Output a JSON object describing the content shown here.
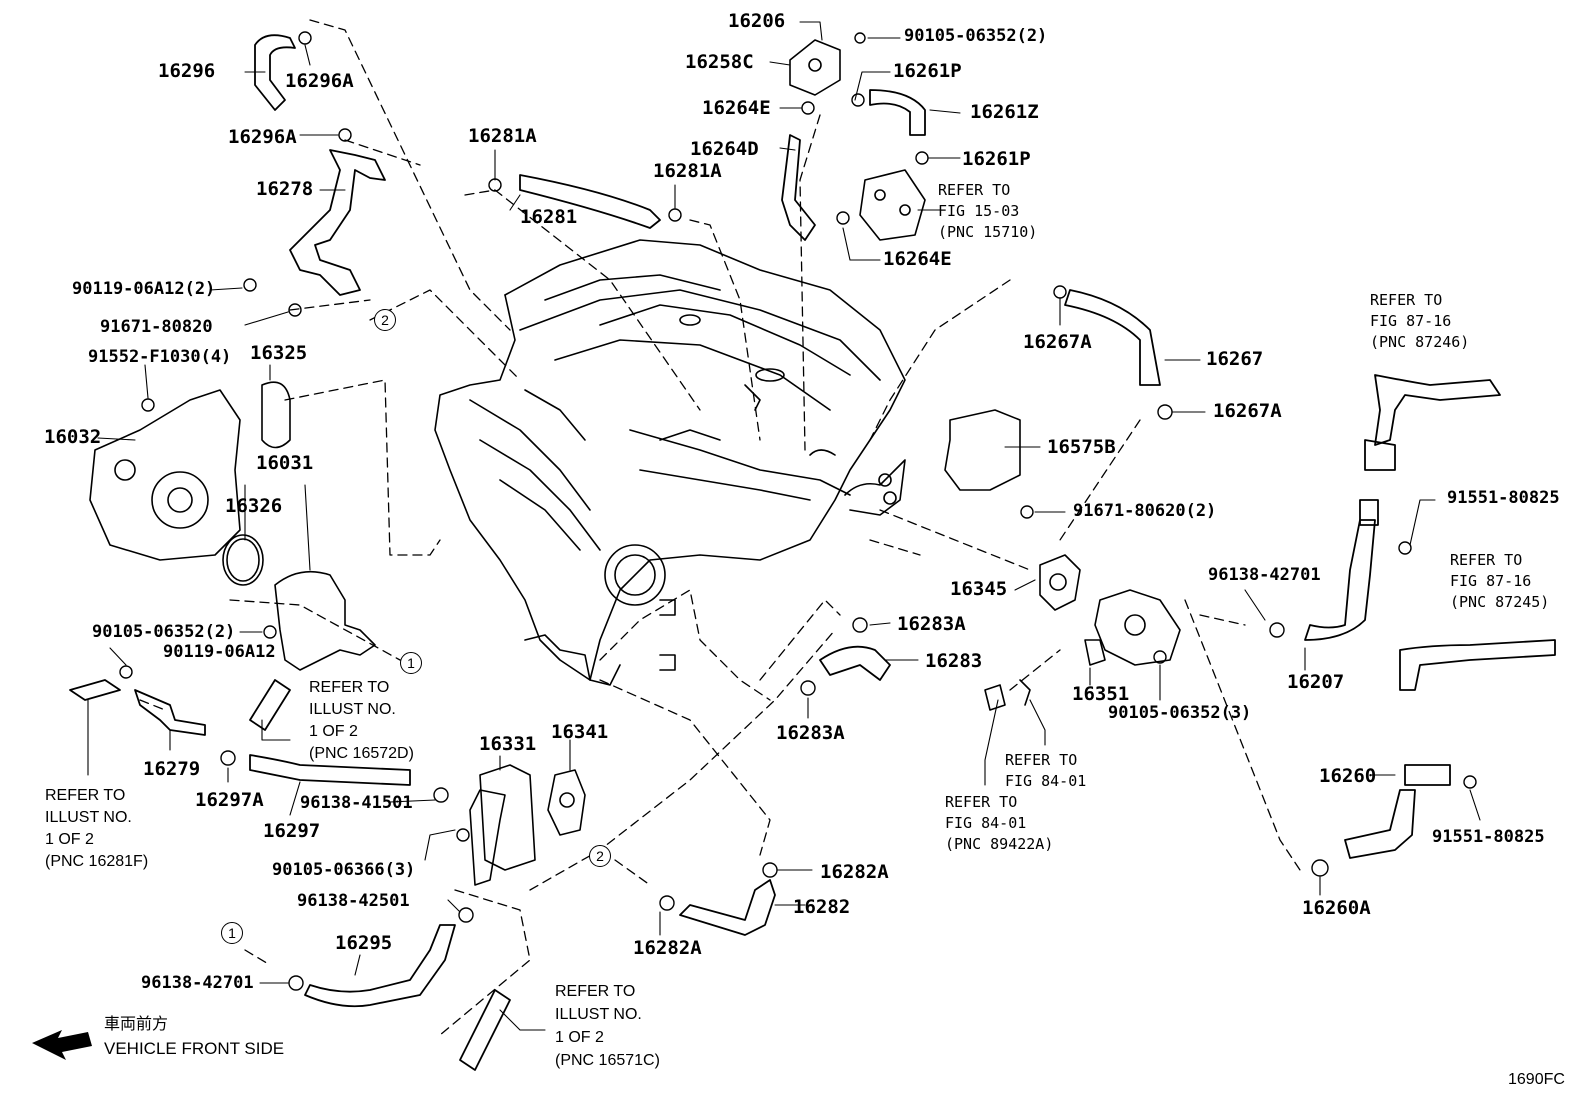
{
  "diagram_code": "1690FC",
  "direction": {
    "jp": "車両前方",
    "en": "VEHICLE FRONT SIDE"
  },
  "callouts": {
    "one": "1",
    "two": "2"
  },
  "parts": {
    "p16206": "16206",
    "p90105_06352_2": "90105-06352(2)",
    "p16258C": "16258C",
    "p16261P_a": "16261P",
    "p16264E_a": "16264E",
    "p16261Z": "16261Z",
    "p16264D": "16264D",
    "p16261P_b": "16261P",
    "p16264E_b": "16264E",
    "p16296": "16296",
    "p16296A_a": "16296A",
    "p16296A_b": "16296A",
    "p16278": "16278",
    "p16281A_a": "16281A",
    "p16281": "16281",
    "p16281A_b": "16281A",
    "p90119_06A12_2": "90119-06A12(2)",
    "p91671_80820": "91671-80820",
    "p91552_F1030_4": "91552-F1030(4)",
    "p16325": "16325",
    "p16032": "16032",
    "p16031": "16031",
    "p16326": "16326",
    "p16267A_a": "16267A",
    "p16267": "16267",
    "p16267A_b": "16267A",
    "p16575B": "16575B",
    "p91671_80620_2": "91671-80620(2)",
    "p91551_80825_a": "91551-80825",
    "p96138_42701_a": "96138-42701",
    "p16345": "16345",
    "p16283A_a": "16283A",
    "p16283": "16283",
    "p16283A_b": "16283A",
    "p16351": "16351",
    "p90105_06352_3": "90105-06352(3)",
    "p16207": "16207",
    "p90105_06352_2b": "90105-06352(2)",
    "p90119_06A12": "90119-06A12",
    "p16279": "16279",
    "p16297A": "16297A",
    "p16297": "16297",
    "p96138_41501": "96138-41501",
    "p16331": "16331",
    "p16341": "16341",
    "p90105_06366_3": "90105-06366(3)",
    "p96138_42501": "96138-42501",
    "p16295": "16295",
    "p96138_42701_b": "96138-42701",
    "p16282A_a": "16282A",
    "p16282": "16282",
    "p16282A_b": "16282A",
    "p16260": "16260",
    "p91551_80825_b": "91551-80825",
    "p16260A": "16260A"
  },
  "references": {
    "fig15_03": [
      "REFER TO",
      "FIG 15-03",
      "(PNC 15710)"
    ],
    "fig87_16_a": [
      "REFER TO",
      "FIG 87-16",
      "(PNC 87246)"
    ],
    "fig87_16_b": [
      "REFER TO",
      "FIG 87-16",
      "(PNC 87245)"
    ],
    "fig84_01_a": [
      "REFER TO",
      "FIG 84-01"
    ],
    "fig84_01_b": [
      "REFER TO",
      "FIG 84-01",
      "(PNC 89422A)"
    ],
    "illust_16572D": [
      "REFER TO",
      "ILLUST NO.",
      "1 OF 2",
      "(PNC 16572D)"
    ],
    "illust_16281F": [
      "REFER TO",
      "ILLUST NO.",
      "1 OF 2",
      "(PNC 16281F)"
    ],
    "illust_16571C": [
      "REFER TO",
      "ILLUST NO.",
      "1 OF 2",
      "(PNC 16571C)"
    ]
  }
}
